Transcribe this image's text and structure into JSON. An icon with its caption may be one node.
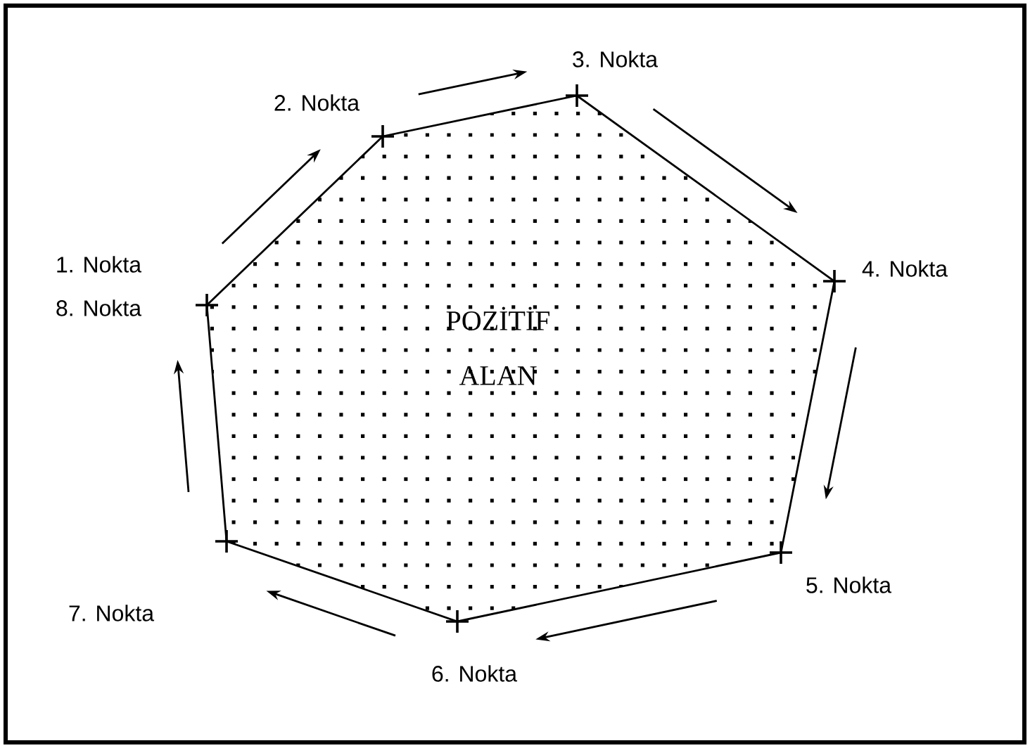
{
  "diagram": {
    "nodes": [
      {
        "text": [
          "POZİTİF ALAN"
        ]
      }
    ],
    "labels": [
      "3. Nokta",
      "2. Nokta",
      "1. Nokta",
      "4. Nokta",
      "8. Nokta",
      "5. Nokta",
      "7. Nokta",
      "6. Nokta"
    ]
  }
}
